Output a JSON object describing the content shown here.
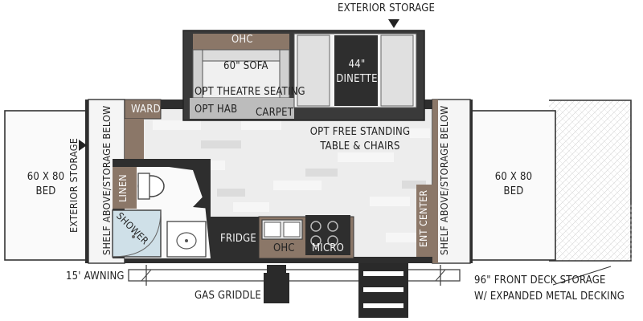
{
  "labels": {
    "exterior_storage_top": "EXTERIOR STORAGE",
    "ohc_slide": "OHC",
    "sofa": "60\" SOFA",
    "dinette": "44\"\nDINETTE",
    "opt_theatre": "OPT THEATRE SEATING",
    "opt_hab": "OPT HAB",
    "carpet": "CARPET",
    "ward": "WARD",
    "opt_table": "OPT FREE STANDING\nTABLE & CHAIRS",
    "left_bed": "60 X 80\nBED",
    "right_bed": "60 X 80\nBED",
    "exterior_storage_left": "EXTERIOR STORAGE",
    "shelf_left": "SHELF ABOVE/STORAGE BELOW",
    "shelf_right": "SHELF ABOVE/STORAGE BELOW",
    "linen": "LINEN",
    "shower": "SHOWER",
    "fridge": "FRIDGE",
    "ohc_kitchen": "OHC",
    "micro": "MICRO",
    "ent_center": "ENT CENTER",
    "awning": "15' AWNING",
    "gas_griddle": "GAS GRIDDLE",
    "front_deck": "96\" FRONT DECK STORAGE\nW/ EXPANDED METAL DECKING"
  }
}
